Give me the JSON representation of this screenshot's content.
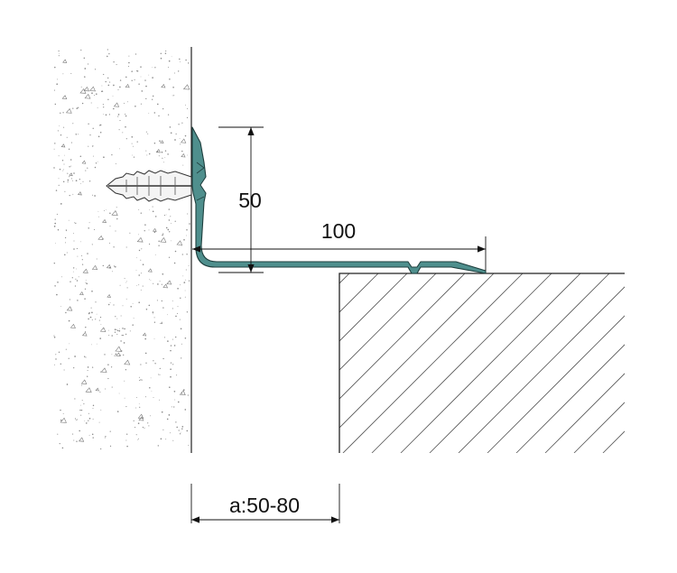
{
  "dimensions": {
    "height_label": "50",
    "width_label": "100",
    "gap_label": "a:50-80"
  },
  "colors": {
    "profile_fill": "#4f8f8d",
    "profile_stroke": "#1f3f3e",
    "line": "#222222",
    "hatch": "#555555",
    "concrete_speckle": "#8a8a8a",
    "anchor_fill": "#f2f2f2"
  }
}
